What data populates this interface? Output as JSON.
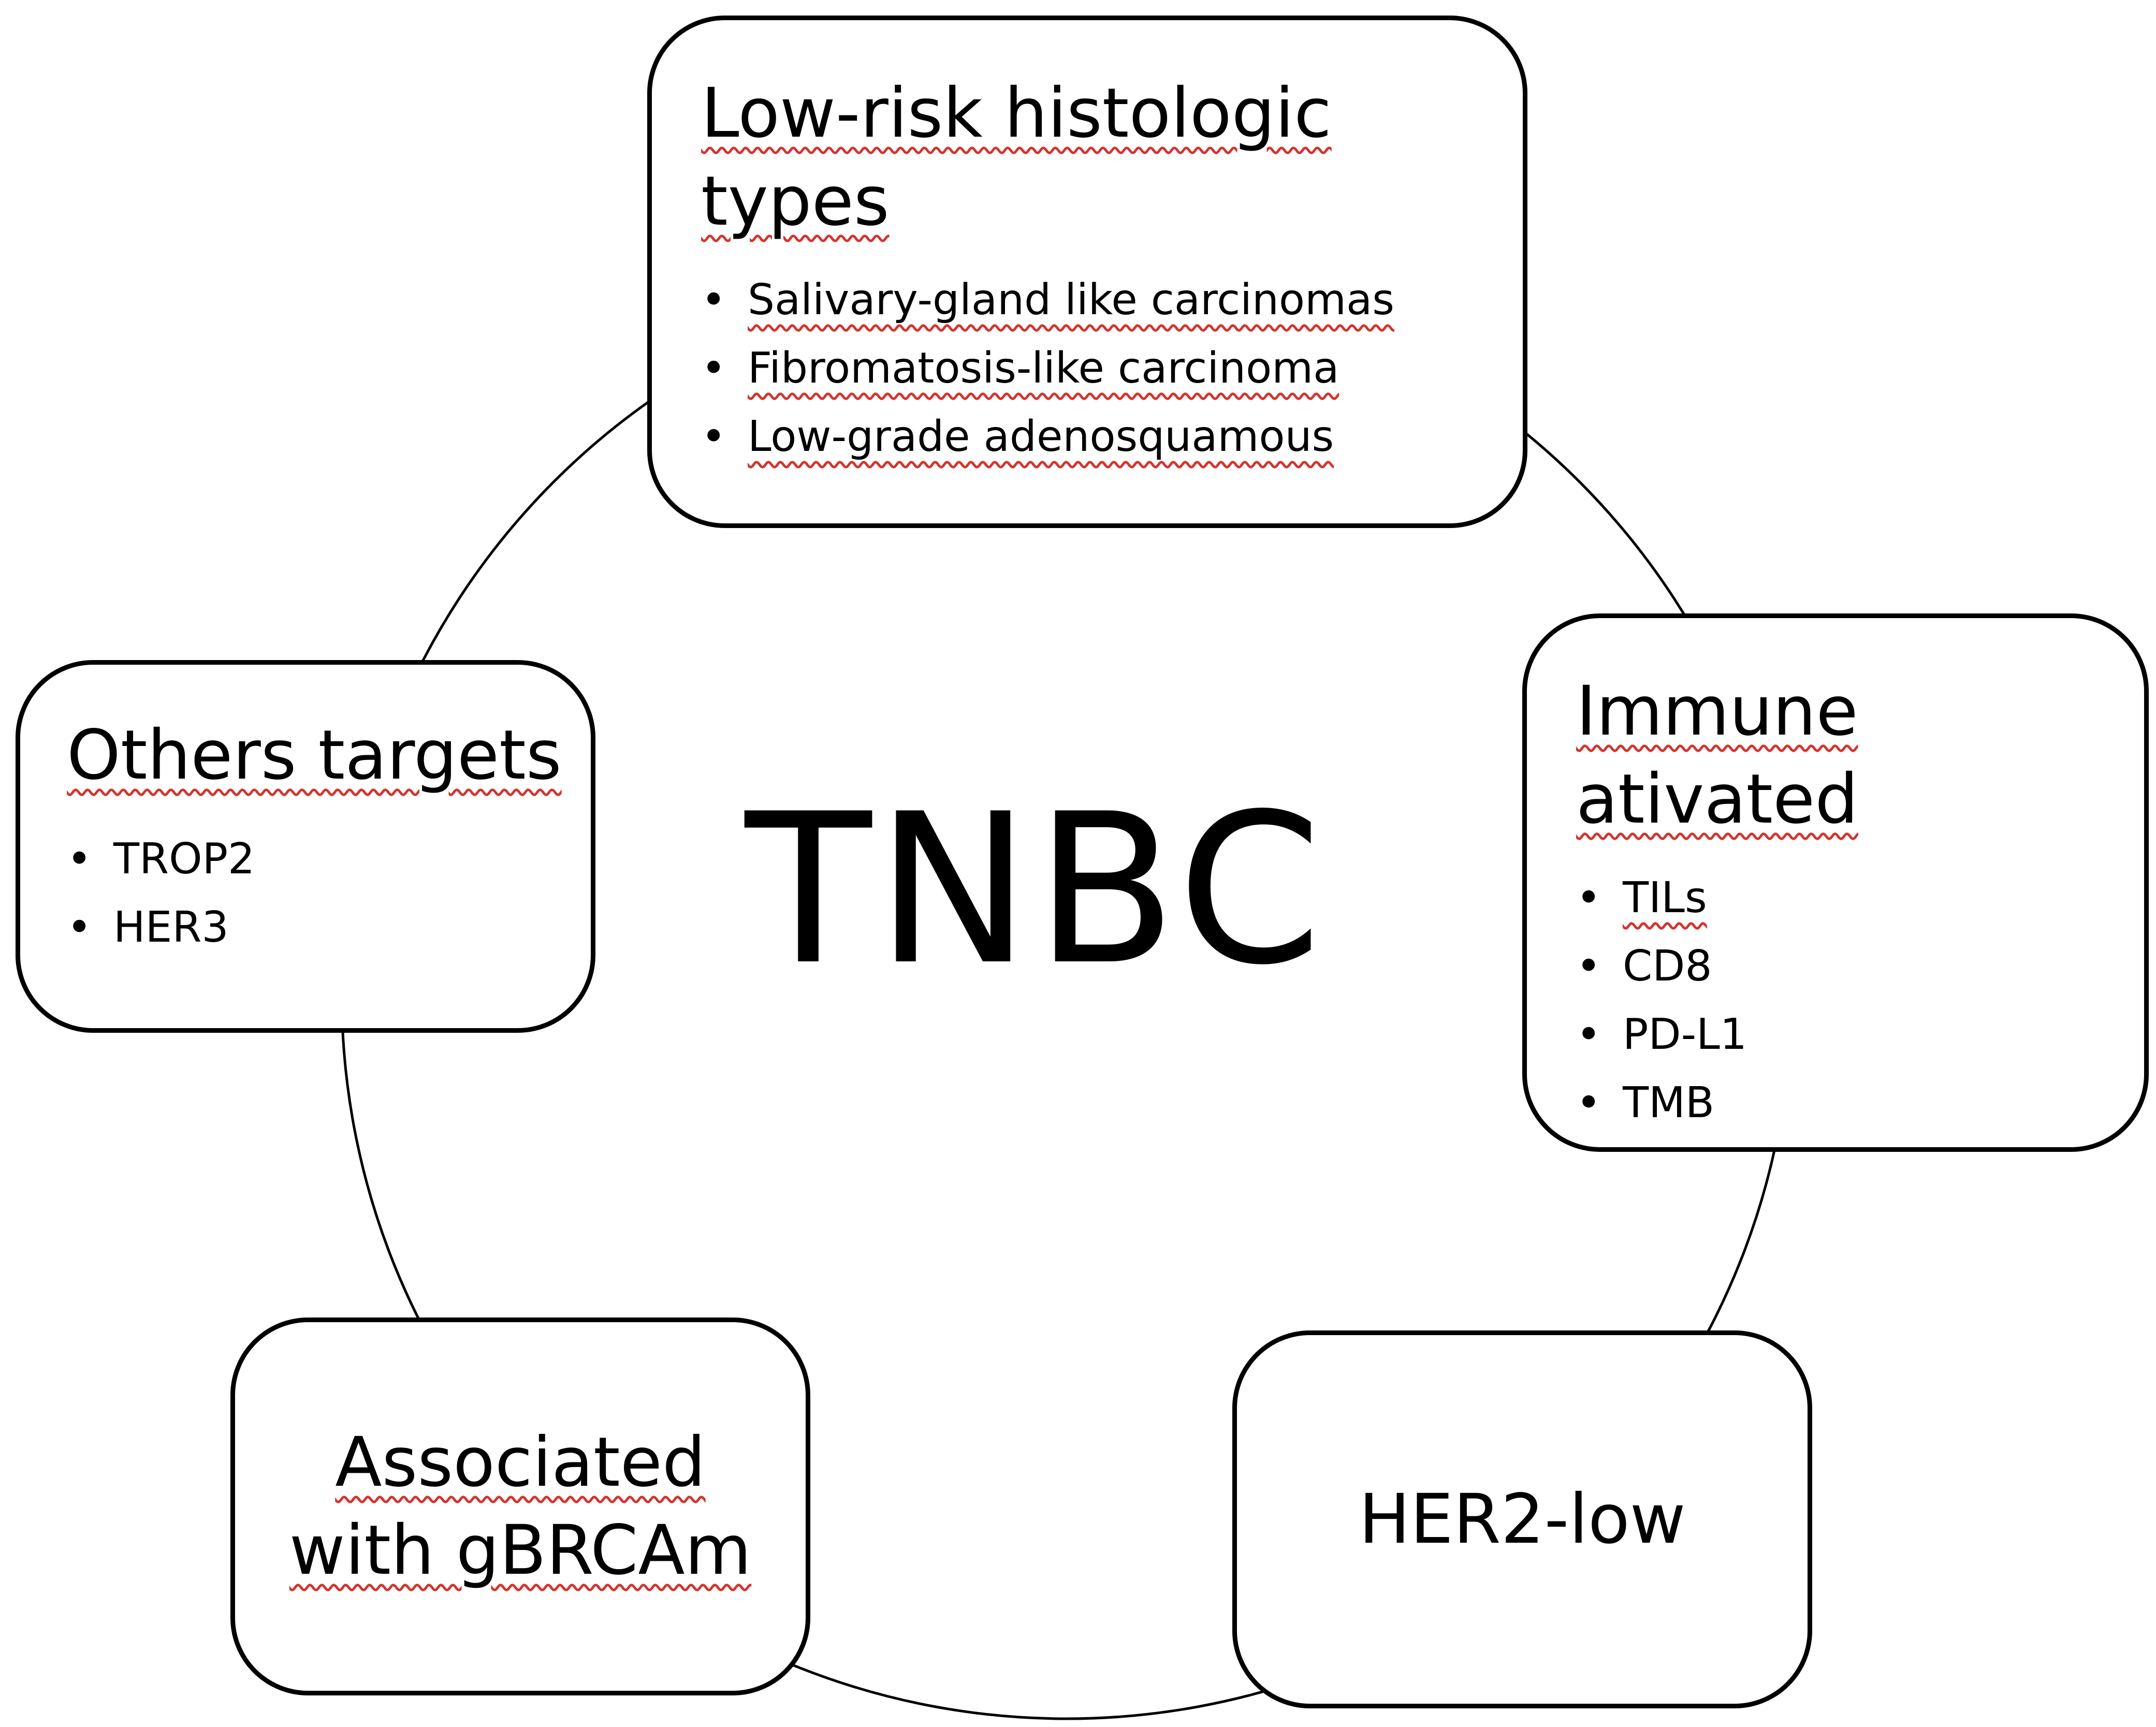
{
  "center": {
    "label": "TNBC"
  },
  "nodes": {
    "top": {
      "title": "Low-risk histologic types",
      "items": [
        "Salivary-gland like carcinomas",
        "Fibromatosis-like carcinoma",
        "Low-grade adenosquamous"
      ]
    },
    "right": {
      "title": "Immune ativated",
      "items": [
        "TILs",
        "CD8",
        "PD-L1",
        "TMB"
      ]
    },
    "bottom_right": {
      "title": "HER2-low"
    },
    "bottom_left": {
      "title": "Associated with gBRCAm"
    },
    "left": {
      "title": "Others targets",
      "items": [
        "TROP2",
        "HER3"
      ]
    }
  },
  "colors": {
    "line": "#000000",
    "spellcheck_underline": "#d4342e"
  }
}
